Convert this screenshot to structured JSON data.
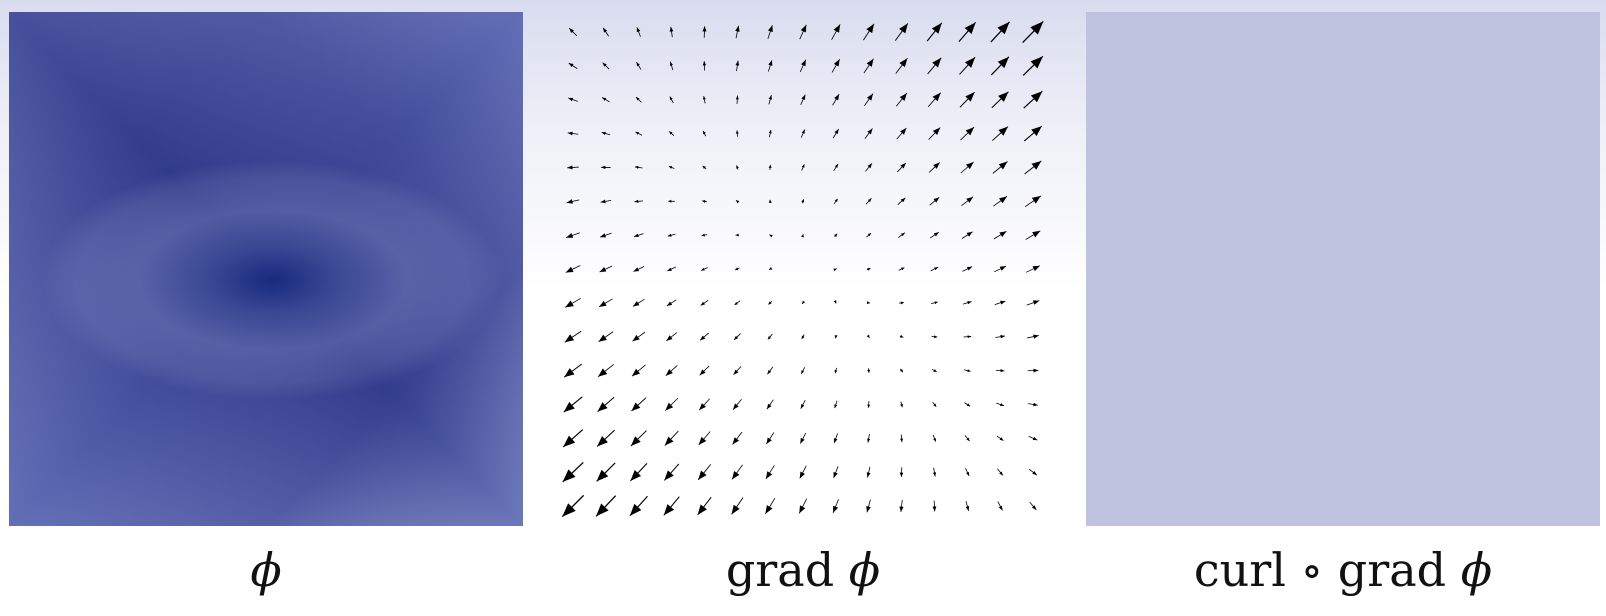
{
  "panels": [
    {
      "id": "phi",
      "caption_text": "",
      "caption_prefix": "",
      "caption_symbol": "ϕ"
    },
    {
      "id": "grad",
      "caption_prefix": "grad ",
      "caption_symbol": "ϕ"
    },
    {
      "id": "curl",
      "caption_prefix": "curl ∘ grad ",
      "caption_symbol": "ϕ"
    }
  ],
  "colors": {
    "field_dark": "#1b2a7e",
    "field_light": "#ffffff",
    "curl_fill": "#bfc3e0",
    "arrow": "#000000"
  },
  "vector_field": {
    "grid_cols": 15,
    "grid_rows": 15
  }
}
